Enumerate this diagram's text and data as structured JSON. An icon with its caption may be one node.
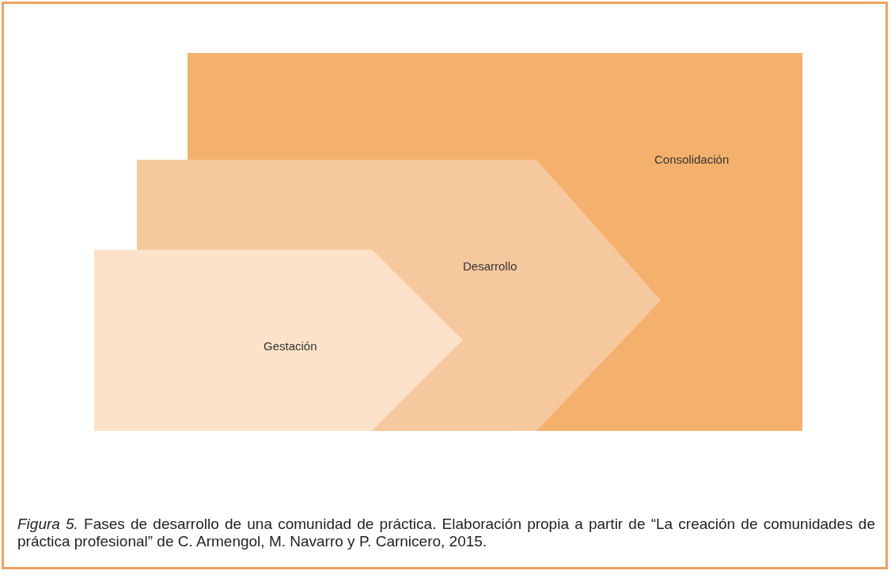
{
  "diagram": {
    "nodes": [
      {
        "text": [
          "Consolidación"
        ]
      },
      {
        "text": [
          "Desarrollo"
        ]
      },
      {
        "text": [
          "Gestación"
        ]
      }
    ],
    "caption": "*Figura 5.* Fases de desarrollo de una comunidad de práctica. Elaboración propia a partir de “La creación de comunidades de práctica profesional” de C. Armengol, M. Navarro y P. Carnicero, 2015."
  }
}
